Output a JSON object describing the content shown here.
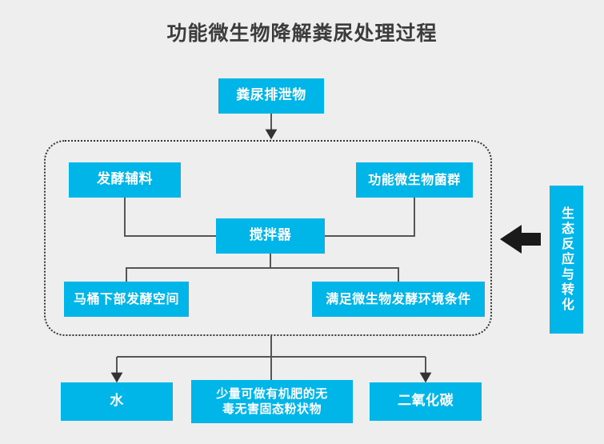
{
  "page": {
    "title": "功能微生物降解粪尿处理过程",
    "background_color": "#eeeeee",
    "accent_color": "#00b5e8",
    "text_color": "#ffffff",
    "title_color": "#3c3c3c",
    "connector_color": "#555555"
  },
  "diagram": {
    "type": "flowchart",
    "input": {
      "label": "粪尿排泄物",
      "name": "excreta-input"
    },
    "process_zone": {
      "name": "fermentation-zone",
      "border_style": "dotted",
      "nodes": [
        {
          "id": "aux",
          "label": "发酵辅料"
        },
        {
          "id": "microbes",
          "label": "功能微生物菌群"
        },
        {
          "id": "mixer",
          "label": "搅拌器"
        },
        {
          "id": "toilet",
          "label": "马桶下部发酵空间"
        },
        {
          "id": "conditions",
          "label": "满足微生物发酵环境条件"
        }
      ]
    },
    "side_label": {
      "label": "生态反应与转化",
      "orientation": "vertical",
      "arrow": "left-arrow-icon"
    },
    "outputs": [
      {
        "id": "water",
        "label": "水"
      },
      {
        "id": "solid",
        "label": "少量可做有机肥的无毒无害固态粉状物",
        "line1": "少量可做有机肥的无",
        "line2": "毒无害固态粉状物"
      },
      {
        "id": "co2",
        "label": "二氧化碳"
      }
    ]
  }
}
